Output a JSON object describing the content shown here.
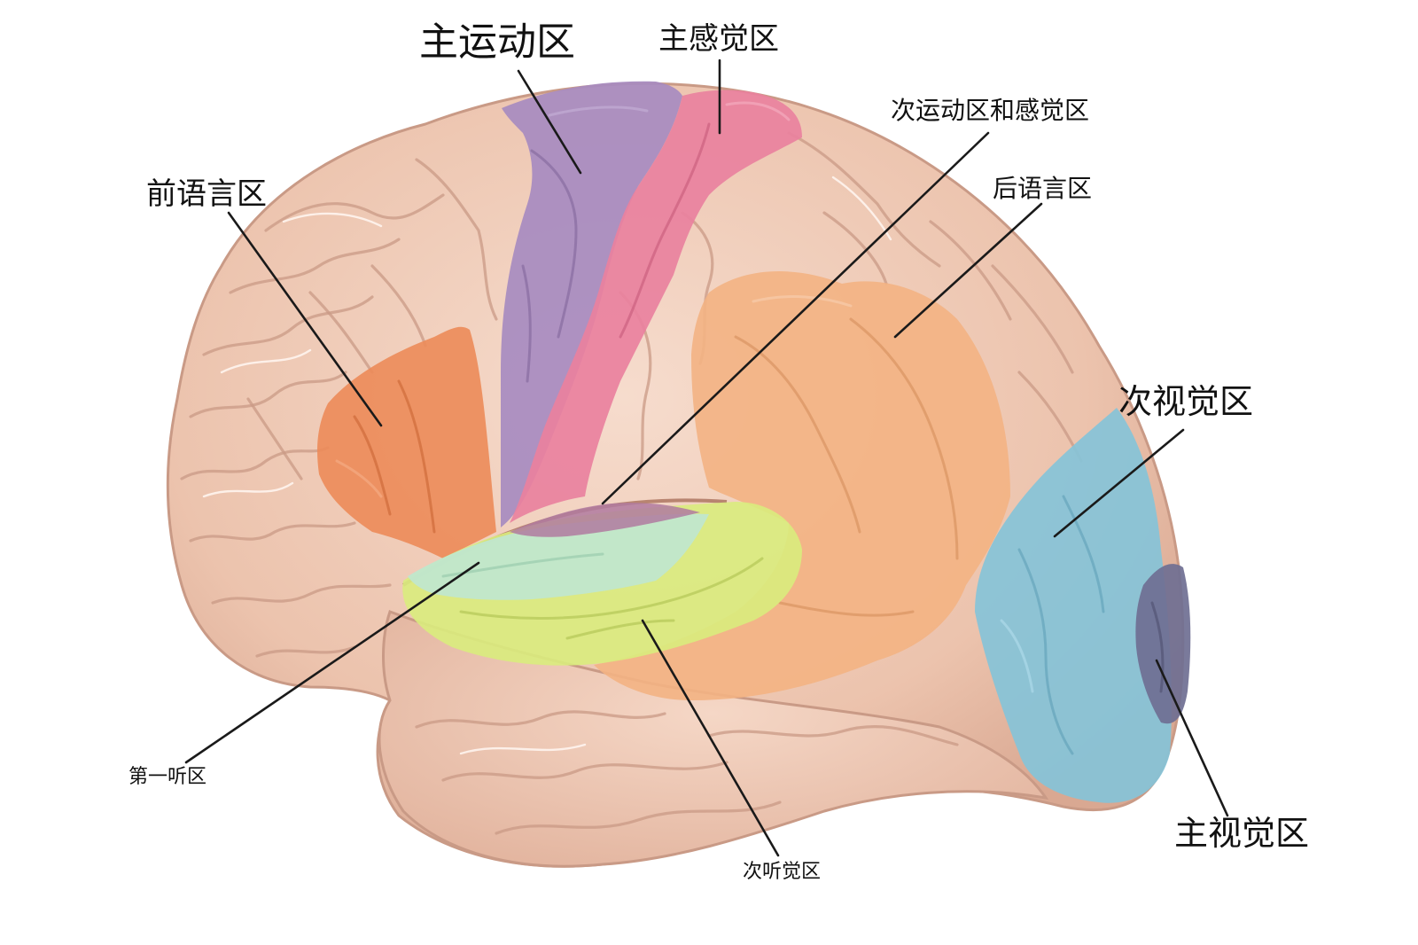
{
  "labels": {
    "primary_motor": "主运动区",
    "primary_sensory": "主感觉区",
    "secondary_motor_sensory": "次运动区和感觉区",
    "anterior_language": "前语言区",
    "posterior_language": "后语言区",
    "secondary_visual": "次视觉区",
    "primary_auditory": "第一听区",
    "secondary_auditory": "次听觉区",
    "primary_visual": "主视觉区"
  },
  "colors": {
    "brain_base": "#eec6b2",
    "primary_motor": "#a78bc0",
    "primary_sensory": "#e9819e",
    "anterior_language": "#ec8b59",
    "posterior_language": "#f3b383",
    "secondary_auditory": "#d9ec7d",
    "primary_auditory": "#bfe6cf",
    "overlap_region": "#b07aa0",
    "secondary_visual": "#86c3d8",
    "primary_visual": "#6f6f92"
  }
}
